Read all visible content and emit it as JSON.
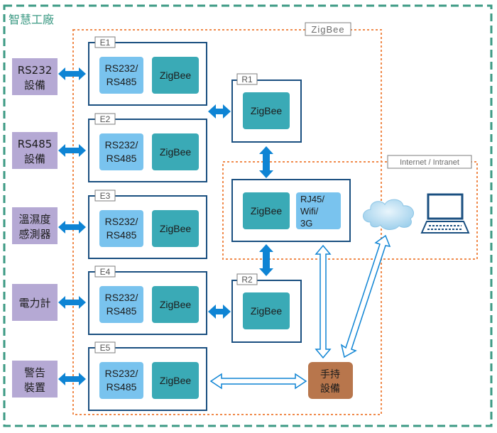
{
  "frame": {
    "title": "智慧工廠"
  },
  "zigbee_zone": {
    "label": "ZigBee"
  },
  "internet_zone": {
    "label": "Internet / Intranet"
  },
  "devices": [
    {
      "line1": "RS232",
      "line2": "設備"
    },
    {
      "line1": "RS485",
      "line2": "設備"
    },
    {
      "line1": "溫濕度",
      "line2": "感測器"
    },
    {
      "line1": "電力計",
      "line2": ""
    },
    {
      "line1": "警告",
      "line2": "裝置"
    }
  ],
  "endpoints": [
    {
      "tag": "E1",
      "serial_line1": "RS232/",
      "serial_line2": "RS485",
      "radio": "ZigBee"
    },
    {
      "tag": "E2",
      "serial_line1": "RS232/",
      "serial_line2": "RS485",
      "radio": "ZigBee"
    },
    {
      "tag": "E3",
      "serial_line1": "RS232/",
      "serial_line2": "RS485",
      "radio": "ZigBee"
    },
    {
      "tag": "E4",
      "serial_line1": "RS232/",
      "serial_line2": "RS485",
      "radio": "ZigBee"
    },
    {
      "tag": "E5",
      "serial_line1": "RS232/",
      "serial_line2": "RS485",
      "radio": "ZigBee"
    }
  ],
  "routers": [
    {
      "tag": "R1",
      "radio": "ZigBee"
    },
    {
      "tag": "R2",
      "radio": "ZigBee"
    }
  ],
  "gateway": {
    "radio": "ZigBee",
    "net_line1": "RJ45/",
    "net_line2": "Wifi/",
    "net_line3": "3G"
  },
  "handheld": {
    "line1": "手持",
    "line2": "設備"
  },
  "colors": {
    "frame": "#3c9a84",
    "zone": "#f08a4b",
    "box": "#1a4f80",
    "device": "#b5a9d4",
    "serial": "#79c3ee",
    "zigbee": "#3aaab6",
    "arrow": "#0e84d4",
    "handheld": "#b8764c"
  },
  "icons": {
    "cloud": "cloud-icon",
    "computer": "laptop-icon"
  }
}
